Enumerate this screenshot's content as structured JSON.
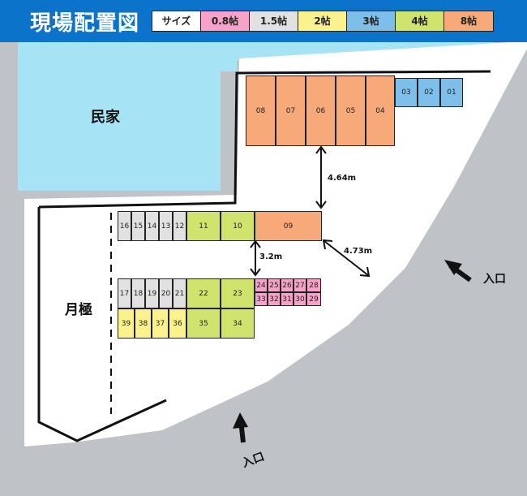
{
  "header": {
    "title": "現場配置図"
  },
  "legend": {
    "label": "サイズ",
    "items": [
      {
        "label": "0.8帖",
        "color": "#f6a3c7"
      },
      {
        "label": "1.5帖",
        "color": "#e1e1e1"
      },
      {
        "label": "2帖",
        "color": "#fbf28d"
      },
      {
        "label": "3帖",
        "color": "#7dbfea"
      },
      {
        "label": "4帖",
        "color": "#cfe36d"
      },
      {
        "label": "8帖",
        "color": "#f7a97a"
      }
    ]
  },
  "labels": {
    "house": "民家",
    "monthly": "月極",
    "entrance_right": "入口",
    "entrance_bottom": "入口"
  },
  "dimensions": {
    "top": "4.64m",
    "middle": "3.2m",
    "diagonal": "4.73m"
  },
  "units": {
    "row_top_8": [
      "08",
      "07",
      "06",
      "05",
      "04"
    ],
    "row_top_3": [
      "03",
      "02",
      "01"
    ],
    "row_mid_15": [
      "16",
      "15",
      "14",
      "13",
      "12"
    ],
    "row_mid_4": [
      "11",
      "10"
    ],
    "row_mid_8": [
      "09"
    ],
    "row_a_15": [
      "17",
      "18",
      "19",
      "20",
      "21"
    ],
    "row_a_4": [
      "22",
      "23"
    ],
    "row_a_08": [
      "24",
      "25",
      "26",
      "27",
      "28"
    ],
    "row_b_2": [
      "39",
      "38",
      "37",
      "36"
    ],
    "row_b_4": [
      "35",
      "34"
    ],
    "row_b_08": [
      "33",
      "32",
      "31",
      "30",
      "29"
    ]
  }
}
